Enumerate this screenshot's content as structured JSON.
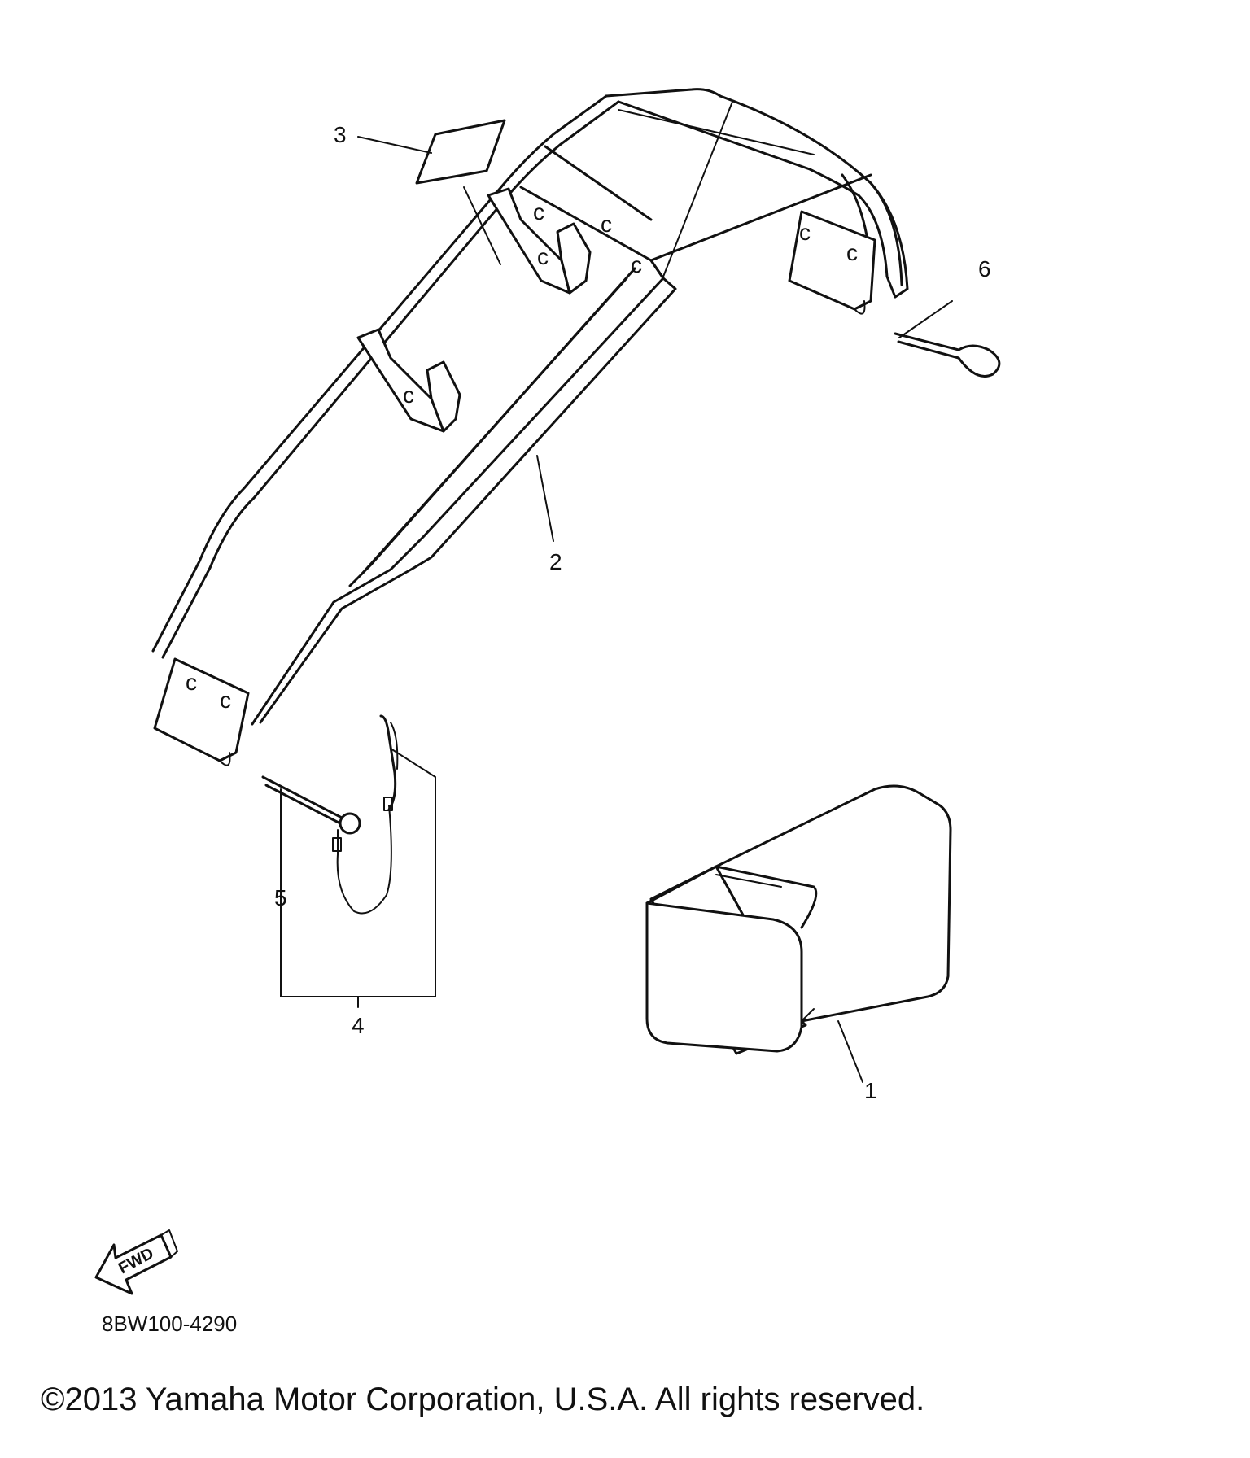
{
  "callouts": {
    "c1": "1",
    "c2": "2",
    "c3": "3",
    "c4": "4",
    "c5": "5",
    "c6": "6"
  },
  "fwd_label": "FWD",
  "diagram_code": "8BW100-4290",
  "copyright": "©2013 Yamaha Motor Corporation, U.S.A. All rights reserved.",
  "icons": {
    "forward_arrow": "fwd-arrow-icon"
  },
  "colors": {
    "line": "#111111",
    "background": "#ffffff"
  }
}
